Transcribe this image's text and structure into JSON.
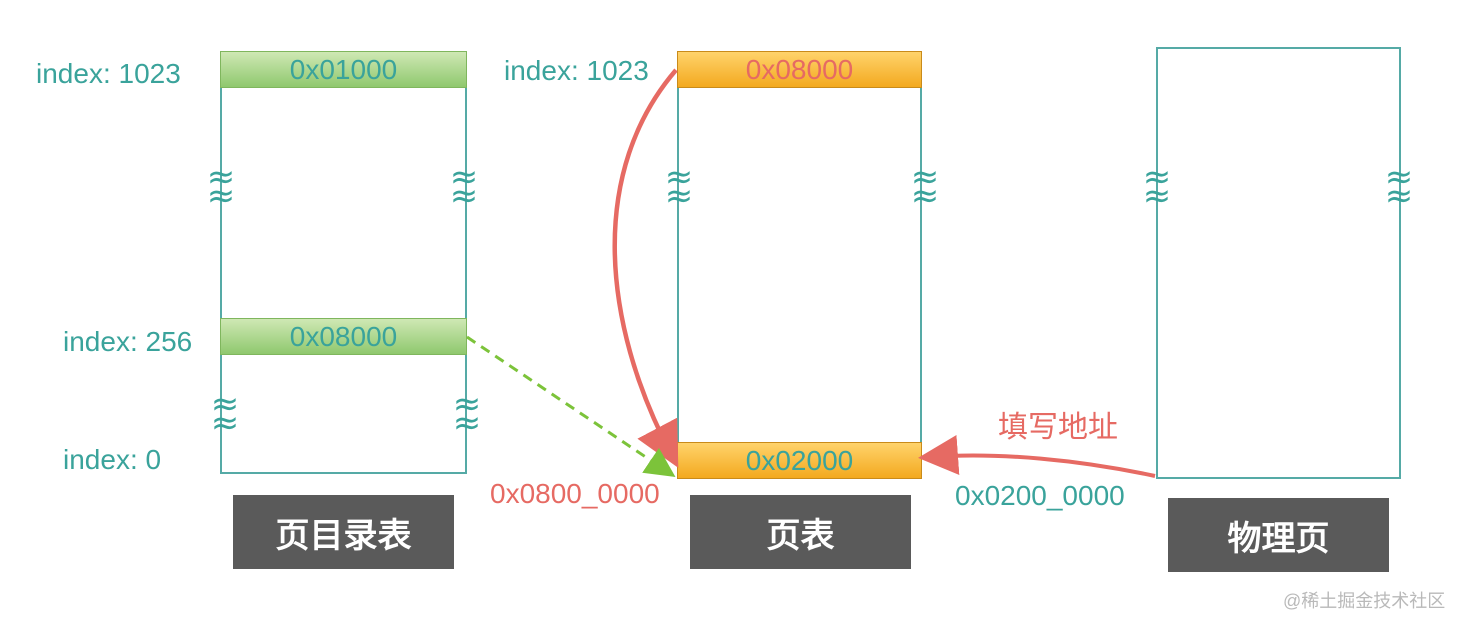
{
  "page_directory": {
    "caption": "页目录表",
    "entries": {
      "top": {
        "index_label": "index: 1023",
        "value": "0x01000"
      },
      "mid": {
        "index_label": "index: 256",
        "value": "0x08000"
      },
      "bottom": {
        "index_label": "index: 0"
      }
    }
  },
  "page_table": {
    "caption": "页表",
    "entries": {
      "top": {
        "index_label": "index: 1023",
        "value": "0x08000"
      },
      "bottom": {
        "value": "0x02000"
      }
    },
    "address_label": "0x0800_0000"
  },
  "physical_page": {
    "caption": "物理页",
    "address_label": "0x0200_0000",
    "fill_label": "填写地址"
  },
  "break_symbol": "≈",
  "watermark": "@稀土掘金技术社区",
  "colors": {
    "teal": "#3aa39b",
    "red_arrow": "#e66a63",
    "green_arrow": "#7cc33a",
    "caption_bg": "#5a5a5a"
  }
}
